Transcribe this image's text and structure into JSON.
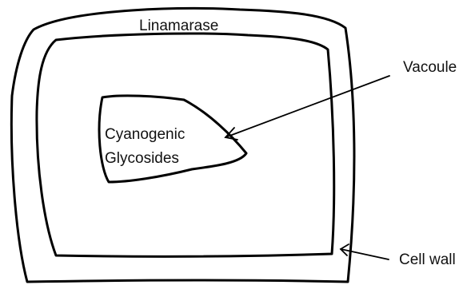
{
  "labels": {
    "enzyme": "Linamarase",
    "vacuole": "Vacoule",
    "contents_line1": "Cyanogenic",
    "contents_line2": "Glycosides",
    "cell_wall": "Cell wall"
  }
}
